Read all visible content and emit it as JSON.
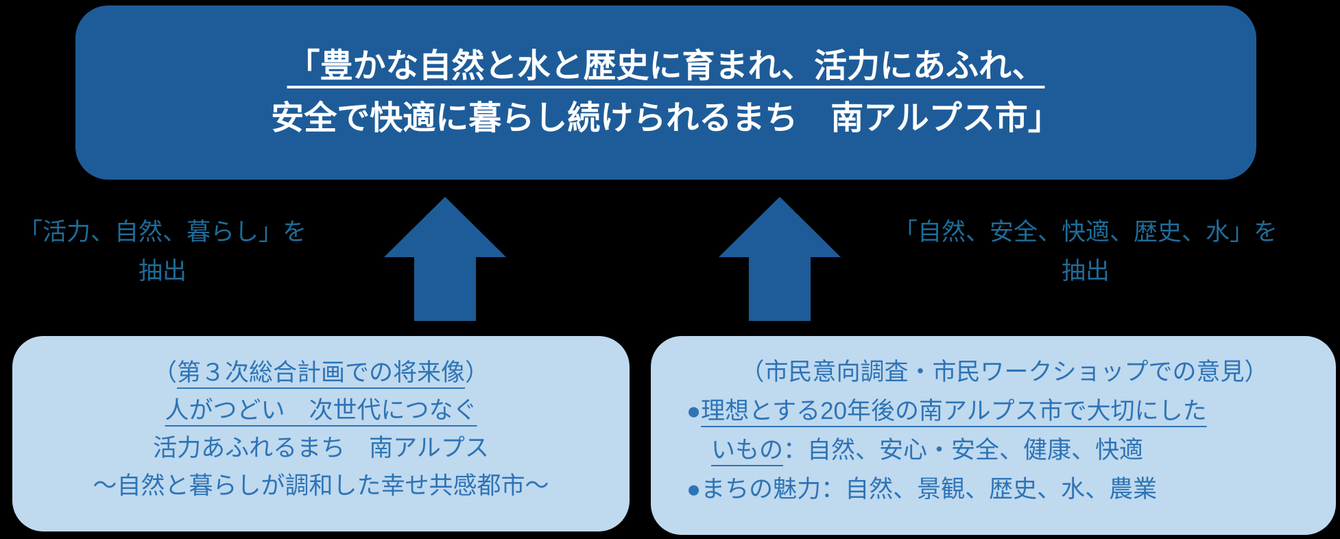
{
  "vision_box": {
    "line1": "「豊かな自然と水と歴史に育まれ、活力にあふれ、",
    "line2": "安全で快適に暮らし続けられるまち　南アルプス市」"
  },
  "left_annotation": {
    "line1": "「活力、自然、暮らし」を",
    "line2": "抽出"
  },
  "right_annotation": {
    "line1": "「自然、安全、快適、歴史、水」を",
    "line2": "抽出"
  },
  "plan_box": {
    "line1_open": "（",
    "line1_underlined": "第３次総合計画での将来像",
    "line1_close": "）",
    "line2_underlined": "人がつどい　次世代につなぐ",
    "line3": "活力あふれるまち　南アルプス",
    "line4": "～自然と暮らしが調和した幸せ共感都市～"
  },
  "survey_box": {
    "line1": "（市民意向調査・市民ワークショップでの意見）",
    "bullet": "●",
    "line2_underlined": "理想とする20年後の南アルプス市で大切にした",
    "line3_underlined": "いもの",
    "line3_rest": "：自然、安心・安全、健康、快適",
    "line4": "まちの魅力：自然、景観、歴史、水、農業"
  },
  "colors": {
    "dark_blue": "#1E5C99",
    "light_blue": "#BFD9EF",
    "body_text_blue": "#2E74B5",
    "annotation_blue": "#1F6C99",
    "title_text": "#FFFFFF",
    "background": "#000000"
  }
}
